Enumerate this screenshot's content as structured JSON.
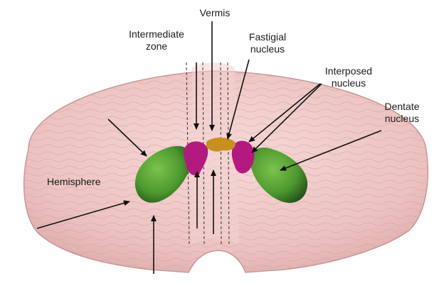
{
  "labels": {
    "vermis": "Vermis",
    "intermediate_zone_line1": "Intermediate",
    "intermediate_zone_line2": "zone",
    "fastigial_line1": "Fastigial",
    "fastigial_line2": "nucleus",
    "interposed_line1": "Interposed",
    "interposed_line2": "nucleus",
    "dentate_line1": "Dentate",
    "dentate_line2": "nucleus",
    "hemisphere": "Hemisphere"
  },
  "colors": {
    "tissue": "#efc8c6",
    "tissue_shadow": "#d9a9a8",
    "dentate": "#5aa43a",
    "dentate_dark": "#2f6a1f",
    "interposed": "#b3197f",
    "fastigial": "#c7901e",
    "arrow": "#111111"
  }
}
